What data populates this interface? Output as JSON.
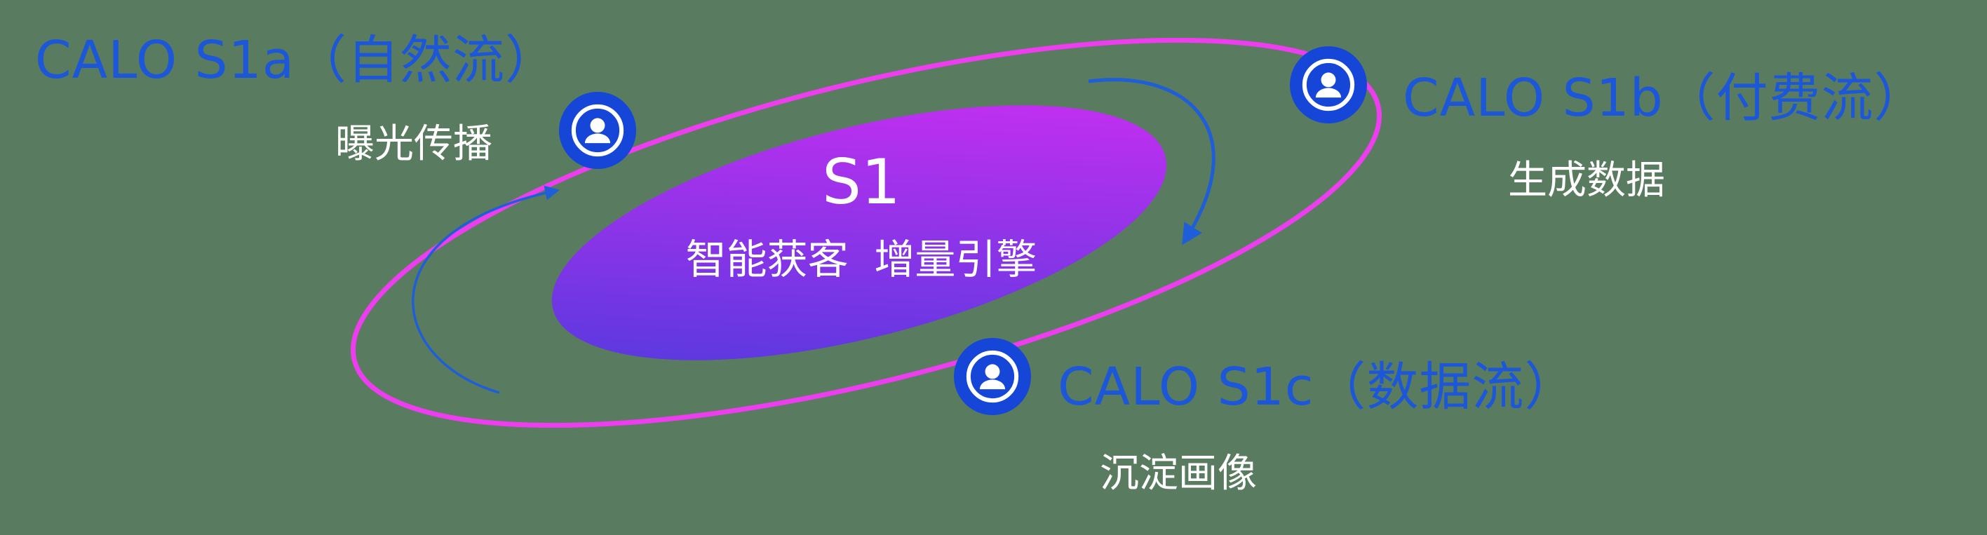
{
  "diagram": {
    "background": "#597b60",
    "core": {
      "title": "S1",
      "subtitle": "智能获客  增量引擎"
    },
    "nodes": {
      "s1a": {
        "title": "CALO S1a（自然流）",
        "subtitle": "曝光传播",
        "icon": "user-icon"
      },
      "s1b": {
        "title": "CALO S1b（付费流）",
        "subtitle": "生成数据",
        "icon": "user-icon"
      },
      "s1c": {
        "title": "CALO S1c（数据流）",
        "subtitle": "沉淀画像",
        "icon": "user-icon"
      }
    },
    "colors": {
      "label_blue": "#1c57d9",
      "subtitle_white": "#ffffff",
      "orbit_magenta": "#ec3dee",
      "core_gradient_start": "#4a3add",
      "core_gradient_end": "#cd2ef2",
      "icon_blue": "#1546d8",
      "arrow_blue": "#1e5ed8"
    }
  }
}
